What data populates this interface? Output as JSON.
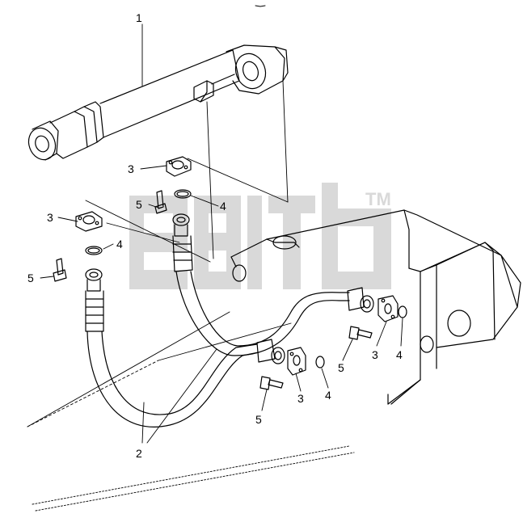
{
  "watermark": {
    "tm": "TM"
  },
  "callouts": {
    "c1": "1",
    "c2": "2",
    "c3": "3",
    "c4": "4",
    "c5": "5"
  },
  "colors": {
    "line": "#000000",
    "watermark": "#d9d9d9"
  }
}
